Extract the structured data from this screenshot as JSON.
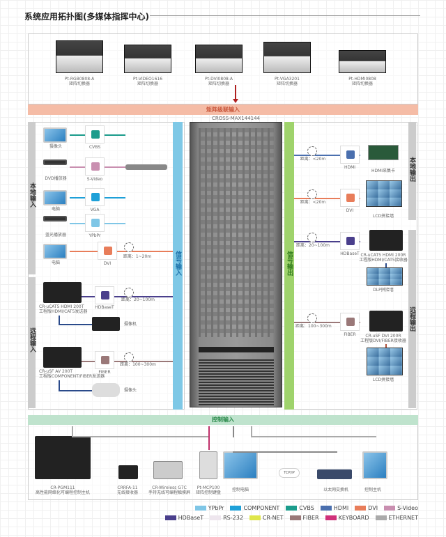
{
  "title": "系统应用拓扑图(多媒体指挥中心)",
  "top_devices": [
    {
      "model": "Pt-RGB0808-A",
      "type": "矩阵切换器"
    },
    {
      "model": "Pt-VIDEO1616",
      "type": "矩阵切换器"
    },
    {
      "model": "Pt-DVI0808-A",
      "type": "矩阵切换器"
    },
    {
      "model": "Pt-VGA3201",
      "type": "矩阵切换器"
    },
    {
      "model": "Pt-HDMI0808",
      "type": "矩阵切换器"
    }
  ],
  "cascade_bar": "矩阵级联输入",
  "matrix_name": "CROSS-MAX144144",
  "left": {
    "local_label": "本地输入",
    "remote_label": "远程输入",
    "signal_in": "信号输入",
    "sources": [
      {
        "device": "摄像头",
        "connector": "CVBS"
      },
      {
        "device": "DVD播放器",
        "connector": "S-Video"
      },
      {
        "device": "电脑",
        "connector": "VGA"
      },
      {
        "device": "蓝光播放器",
        "connector": "YPbPr"
      },
      {
        "device": "电脑",
        "connector": "DVI",
        "distance": "距离：1~20m"
      }
    ],
    "remote": [
      {
        "sender": "CR-uCAT5 HDMI 200T",
        "sender_desc": "工程版HDMI/CAT5发送器",
        "connector": "HDBaseT",
        "distance": "距离：20~100m",
        "source": "摄像机"
      },
      {
        "sender": "CR-uSF AV 200T",
        "sender_desc": "工程版COMPONENT/FIBER发送器",
        "connector": "FIBER",
        "distance": "距离：100~300m",
        "source": "摄像头"
      }
    ]
  },
  "right": {
    "signal_out": "信号输出",
    "local_label": "本地输出",
    "remote_label": "远程输出",
    "outputs": [
      {
        "connector": "HDMI",
        "distance": "距离：<20m",
        "device": "HDMI采集卡"
      },
      {
        "connector": "DVI",
        "distance": "距离：<20m",
        "device": "LCD拼接墙"
      },
      {
        "connector": "HDBaseT",
        "distance": "距离：20~100m",
        "device": "CR-uCAT5 HDMI 200R",
        "device_desc": "工程版HDMI/CAT5接收器",
        "next": "DLP拼接墙"
      },
      {
        "connector": "FIBER",
        "distance": "距离：100~300m",
        "device": "CR-uSF DVI 200R",
        "device_desc": "工程版DVI/FIBER接收器",
        "next": "LCD拼接墙"
      }
    ]
  },
  "control": {
    "bar": "控制输入",
    "devices": [
      {
        "name": "CR-PGM111",
        "desc": "高性能网络化可编程控制主机"
      },
      {
        "name": "CRRFA-11",
        "desc": "无线接收器"
      },
      {
        "name": "CR-Wireless G7C",
        "desc": "手持无线可编程触摸屏"
      },
      {
        "name": "Pt-MCP100",
        "desc": "矩阵控制键盘"
      },
      {
        "name": "",
        "desc": "控制电脑"
      },
      {
        "name": "",
        "desc": "以太网交换机"
      },
      {
        "name": "",
        "desc": "控制主机"
      }
    ],
    "cloud": "TCP/IP"
  },
  "legend": [
    {
      "label": "YPbPr",
      "color": "#7fc6e6"
    },
    {
      "label": "COMPONENT",
      "color": "#1ea0d8"
    },
    {
      "label": "CVBS",
      "color": "#1b9c8c"
    },
    {
      "label": "HDMI",
      "color": "#4a6fae"
    },
    {
      "label": "DVI",
      "color": "#e87d5a"
    },
    {
      "label": "S-Video",
      "color": "#c98fb0"
    },
    {
      "label": "HDBaseT",
      "color": "#4a3f8c"
    },
    {
      "label": "RS-232",
      "color": "#eee6ee"
    },
    {
      "label": "CR-NET",
      "color": "#dfe64a"
    },
    {
      "label": "FIBER",
      "color": "#9a7878"
    },
    {
      "label": "KEYBOARD",
      "color": "#d0307a"
    },
    {
      "label": "ETHERNET",
      "color": "#aaaaaa"
    }
  ]
}
